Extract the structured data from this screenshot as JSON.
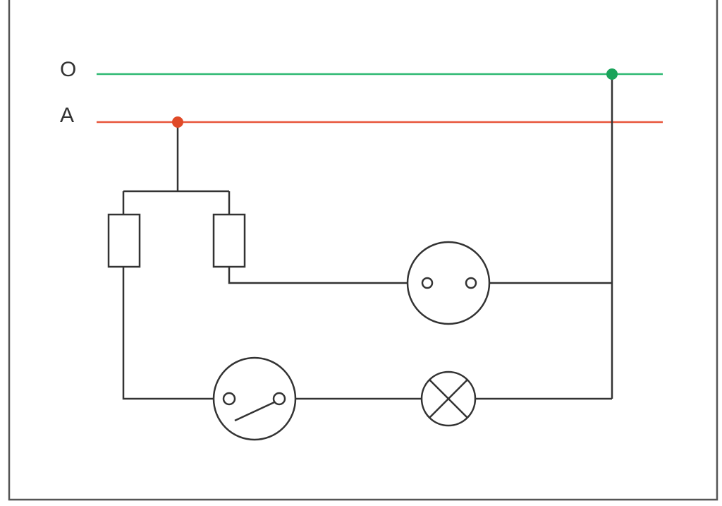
{
  "lines": {
    "neutral": {
      "label": "O",
      "color": "#2eb872"
    },
    "phase": {
      "label": "A",
      "color": "#e8553a"
    }
  },
  "frame_color": "#555555",
  "wire_color": "#333333",
  "junction_colors": {
    "neutral": "#1aa35a",
    "phase": "#e04a28"
  },
  "components": [
    {
      "id": "fuse-left",
      "icon": "fuse-icon"
    },
    {
      "id": "fuse-right",
      "icon": "fuse-icon"
    },
    {
      "id": "socket",
      "icon": "power-socket-icon"
    },
    {
      "id": "switch",
      "icon": "switch-icon"
    },
    {
      "id": "lamp",
      "icon": "lamp-icon"
    }
  ]
}
